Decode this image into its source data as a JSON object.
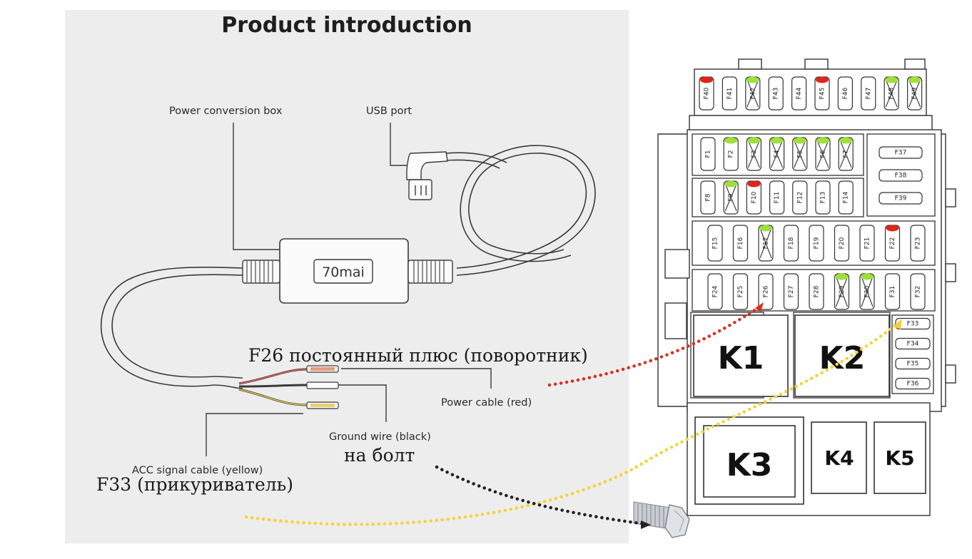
{
  "product": {
    "title": "Product introduction",
    "brand": "70mai",
    "labels": {
      "power_box": "Power conversion box",
      "usb_port": "USB port",
      "power_cable": "Power cable (red)",
      "ground_wire": "Ground wire (black)",
      "acc_cable": "ACC signal cable (yellow)"
    }
  },
  "annotations": {
    "f26": "F26 постоянный плюс (поворотник)",
    "bolt": "на болт",
    "f33": "F33 (прикуриватель)"
  },
  "fusebox": {
    "top_row": [
      "F40",
      "F41",
      "F42",
      "F43",
      "F44",
      "F45",
      "F46",
      "F47",
      "F48",
      "F49"
    ],
    "row1": [
      "F1",
      "F2",
      "F3",
      "F4",
      "F5",
      "F6",
      "F7"
    ],
    "row2": [
      "F8",
      "F9",
      "F10",
      "F11",
      "F12",
      "F13",
      "F14"
    ],
    "row3": [
      "F15",
      "F16",
      "F17",
      "F18",
      "F19",
      "F20",
      "F21",
      "F22",
      "F23"
    ],
    "row4": [
      "F24",
      "F25",
      "F26",
      "F27",
      "F28",
      "F29",
      "F30",
      "F31",
      "F32"
    ],
    "side_top": [
      "F37",
      "F38",
      "F39"
    ],
    "side_bottom": [
      "F33",
      "F34",
      "F35",
      "F36"
    ],
    "relays": [
      "K1",
      "K2",
      "K3",
      "K4",
      "K5"
    ]
  },
  "colors": {
    "red_marker": "#e0251b",
    "green_marker": "#9ee03a",
    "red_arrow": "#d9301f",
    "yellow_arrow": "#f2d33a",
    "black_arrow": "#222222"
  }
}
